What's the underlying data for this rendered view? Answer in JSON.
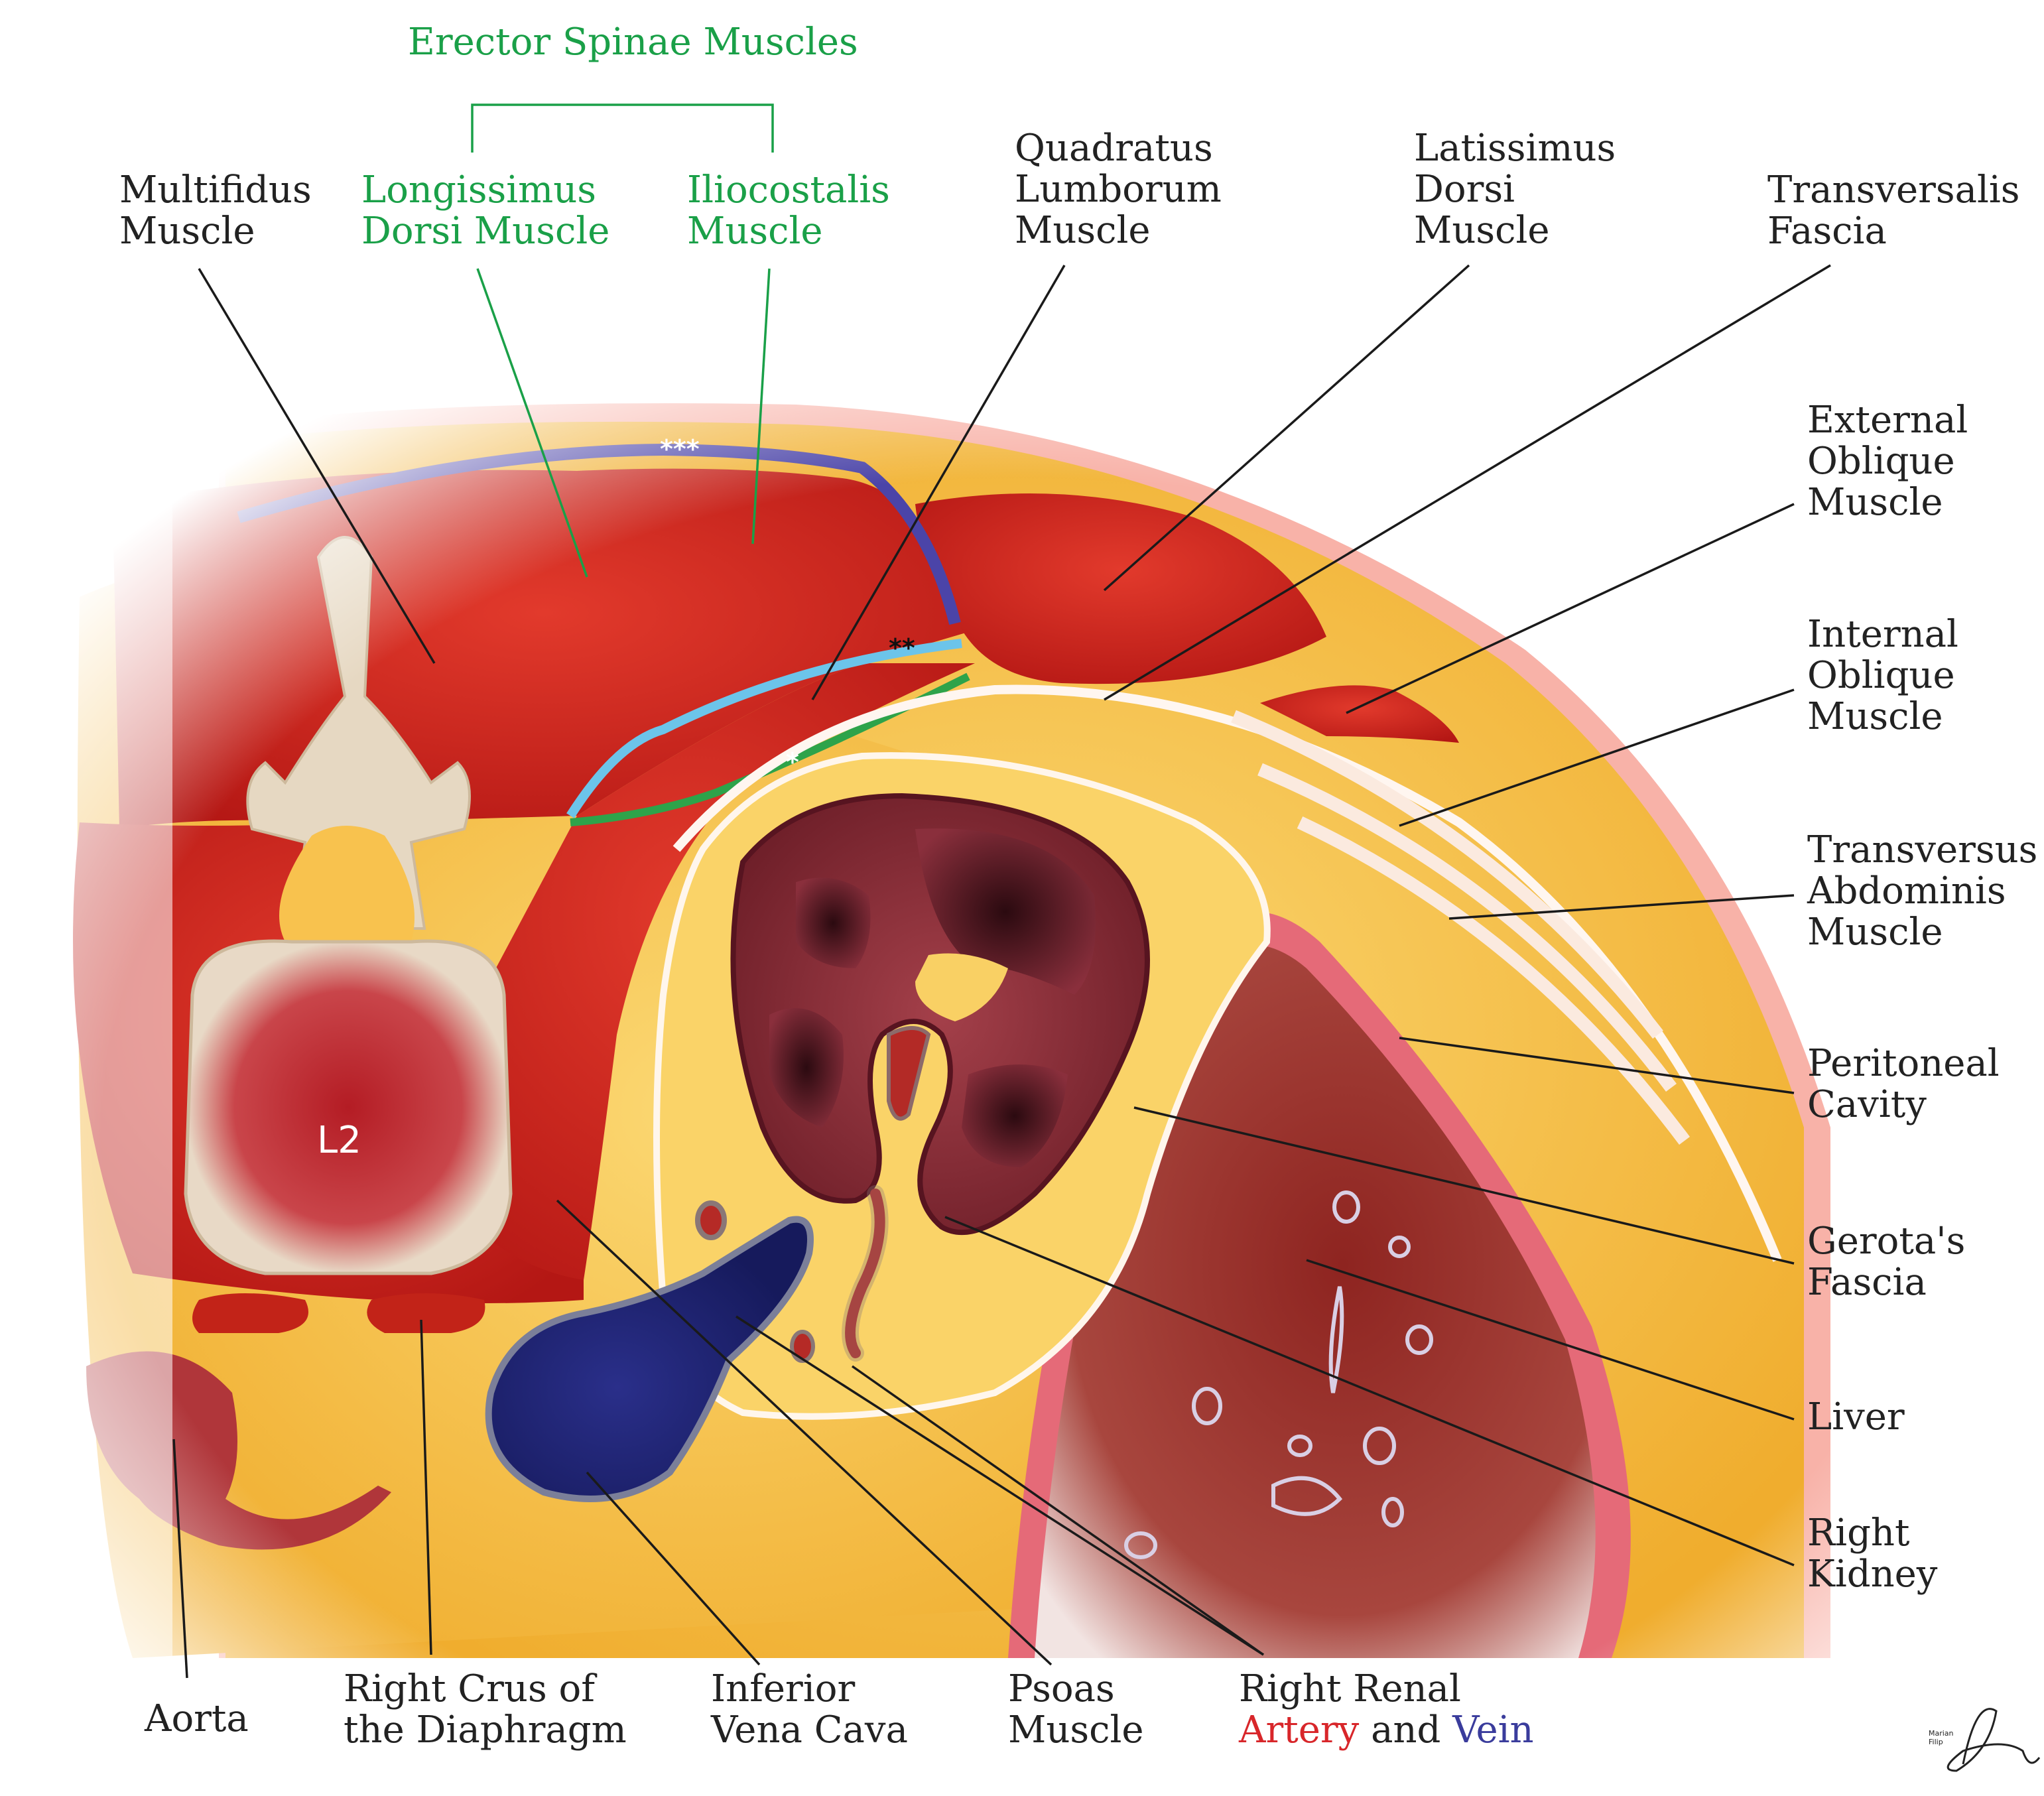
{
  "group_label": "Erector Spinae Muscles",
  "labels": {
    "multifidus": [
      "Multifidus",
      "Muscle"
    ],
    "longissimus": [
      "Longissimus",
      "Dorsi Muscle"
    ],
    "iliocostalis": [
      "Iliocostalis",
      "Muscle"
    ],
    "quadratus": [
      "Quadratus",
      "Lumborum",
      "Muscle"
    ],
    "latissimus": [
      "Latissimus",
      "Dorsi",
      "Muscle"
    ],
    "transversalis": [
      "Transversalis",
      "Fascia"
    ],
    "external_oblique": [
      "External",
      "Oblique",
      "Muscle"
    ],
    "internal_oblique": [
      "Internal",
      "Oblique",
      "Muscle"
    ],
    "transversus": [
      "Transversus",
      "Abdominis",
      "Muscle"
    ],
    "peritoneal": [
      "Peritoneal",
      "Cavity"
    ],
    "gerota": [
      "Gerota's",
      "Fascia"
    ],
    "liver": [
      "Liver"
    ],
    "right_kidney": [
      "Right",
      "Kidney"
    ],
    "aorta": [
      "Aorta"
    ],
    "crus": [
      "Right Crus of",
      "the Diaphragm"
    ],
    "ivc": [
      "Inferior",
      "Vena Cava"
    ],
    "psoas": [
      "Psoas",
      "Muscle"
    ],
    "renal": {
      "line1": "Right Renal",
      "artery": "Artery",
      "and": " and ",
      "vein": "Vein"
    }
  },
  "vertebra_label": "L2",
  "markers": {
    "triple": "***",
    "double": "**",
    "single": "*"
  },
  "signature": [
    "Marian",
    "Filip"
  ],
  "colors": {
    "green_label": "#1aa048",
    "artery_red": "#d8262a",
    "vein_blue": "#3a3c9c",
    "muscle_red": "#d42a22",
    "fat_yellow": "#f7c04a"
  }
}
